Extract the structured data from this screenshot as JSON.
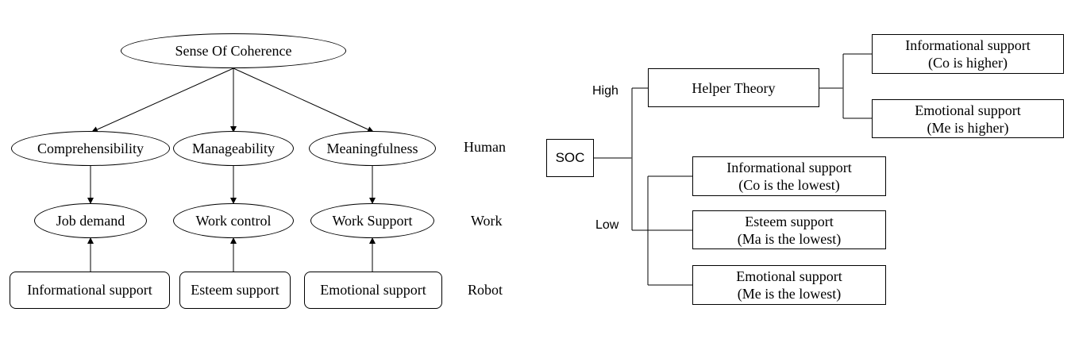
{
  "left": {
    "root": "Sense Of Coherence",
    "components": [
      "Comprehensibility",
      "Manageability",
      "Meaningfulness"
    ],
    "work": [
      "Job demand",
      "Work control",
      "Work Support"
    ],
    "robot": [
      "Informational support",
      "Esteem support",
      "Emotional support"
    ],
    "levels": {
      "human": "Human",
      "work": "Work",
      "robot": "Robot"
    }
  },
  "right": {
    "soc": "SOC",
    "high_label": "High",
    "low_label": "Low",
    "helper": "Helper Theory",
    "high_branches": [
      {
        "line1": "Informational support",
        "line2": "(Co is higher)"
      },
      {
        "line1": "Emotional support",
        "line2": "(Me is higher)"
      }
    ],
    "low_branches": [
      {
        "line1": "Informational support",
        "line2": "(Co is the lowest)"
      },
      {
        "line1": "Esteem support",
        "line2": "(Ma is the lowest)"
      },
      {
        "line1": "Emotional support",
        "line2": "(Me is the lowest)"
      }
    ]
  }
}
